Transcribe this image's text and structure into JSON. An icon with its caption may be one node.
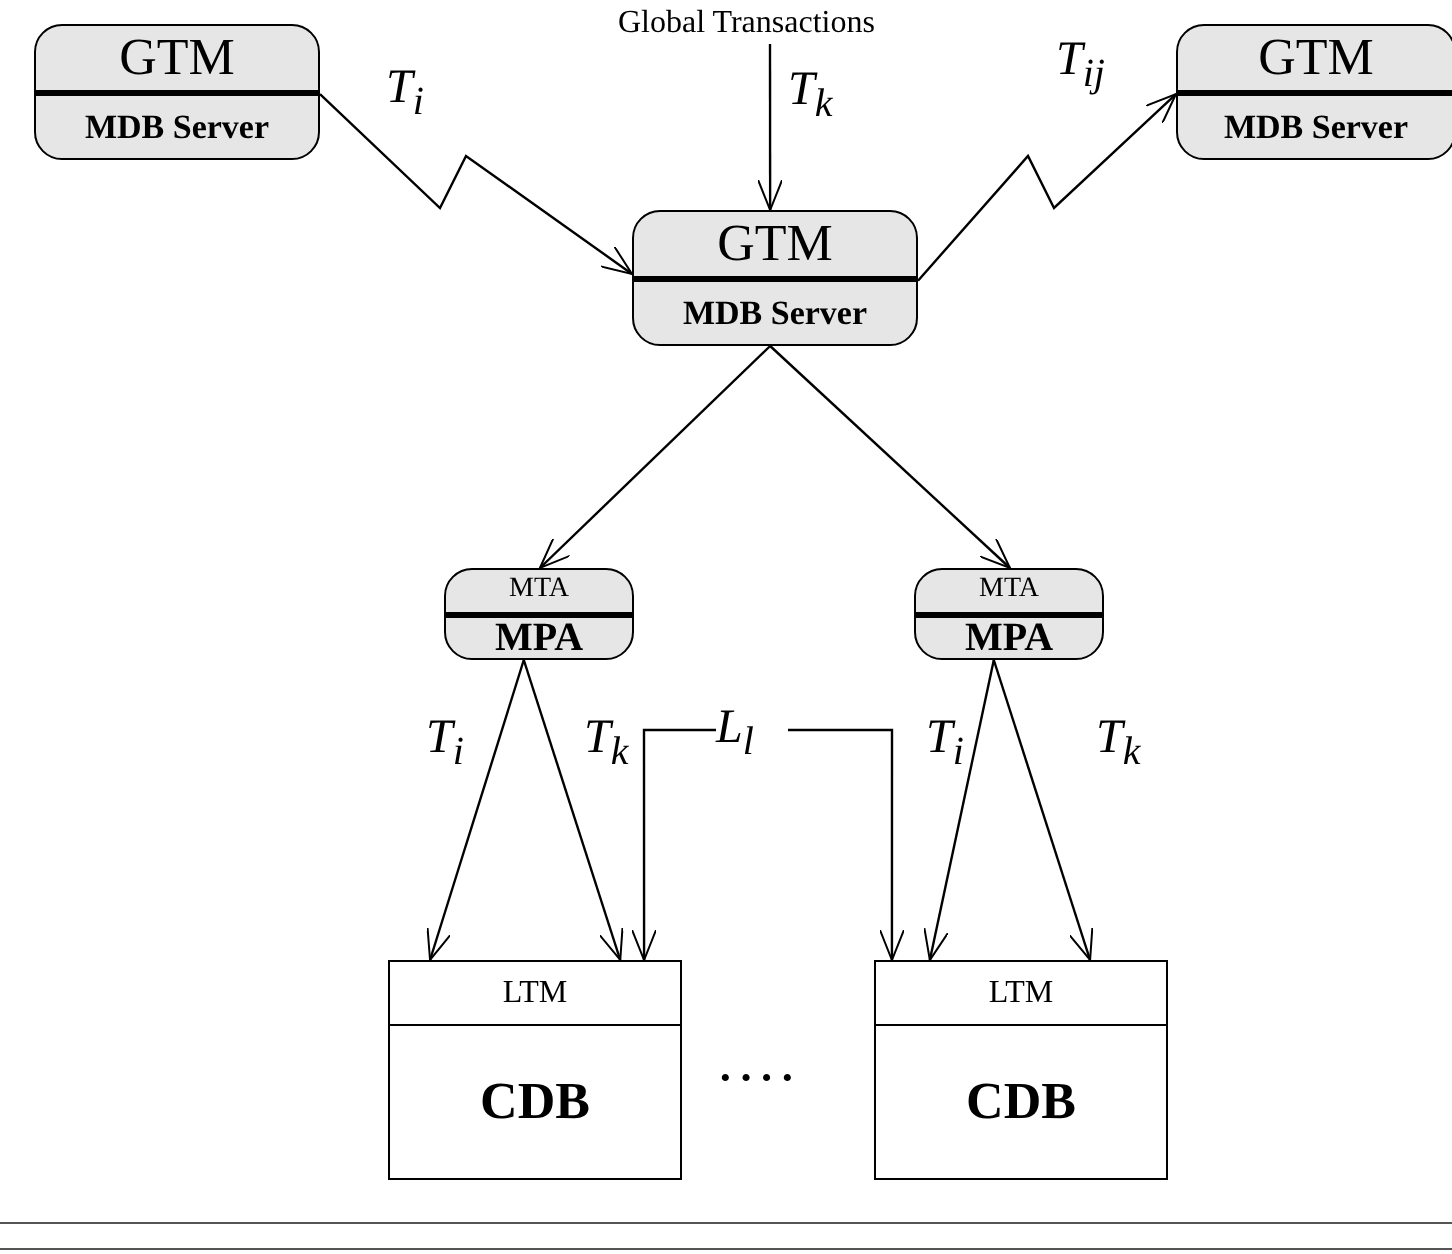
{
  "diagram": {
    "nodes": [
      {
        "text": [
          "GTM",
          "MDB Server"
        ]
      },
      {
        "text": [
          "Global Transactions"
        ]
      },
      {
        "text": [
          "GTM",
          "MDB Server"
        ]
      },
      {
        "text": [
          "GTM",
          "MDB Server"
        ]
      },
      {
        "text": [
          "MTA",
          "MPA"
        ]
      },
      {
        "text": [
          "MTA",
          "MPA"
        ]
      },
      {
        "text": [
          "L$_{l}$"
        ]
      },
      {
        "text": [
          "LTM",
          "CDB"
        ]
      },
      {
        "text": [
          "LTM",
          "CDB"
        ]
      }
    ],
    "edges": [
      {
        "from": 0,
        "to": 3,
        "arrow": "to",
        "label": "T$_{i}$"
      },
      {
        "from": 1,
        "to": 3,
        "arrow": "to",
        "label": "T$_{k}$"
      },
      {
        "from": 3,
        "to": 2,
        "arrow": "to",
        "label": "T$_{ij}$"
      },
      {
        "from": 3,
        "to": 4,
        "arrow": "to"
      },
      {
        "from": 3,
        "to": 5,
        "arrow": "to"
      },
      {
        "from": 4,
        "to": 7,
        "arrow": "to",
        "label": "T$_{i}$"
      },
      {
        "from": 4,
        "to": 7,
        "arrow": "to",
        "label": "T$_{k}$"
      },
      {
        "from": 6,
        "to": 7,
        "arrow": "to"
      },
      {
        "from": 6,
        "to": 8,
        "arrow": "to"
      },
      {
        "from": 5,
        "to": 8,
        "arrow": "to",
        "label": "T$_{i}$"
      },
      {
        "from": 5,
        "to": 8,
        "arrow": "to",
        "label": "T$_{k}$"
      }
    ],
    "labels": [
      "····"
    ]
  }
}
